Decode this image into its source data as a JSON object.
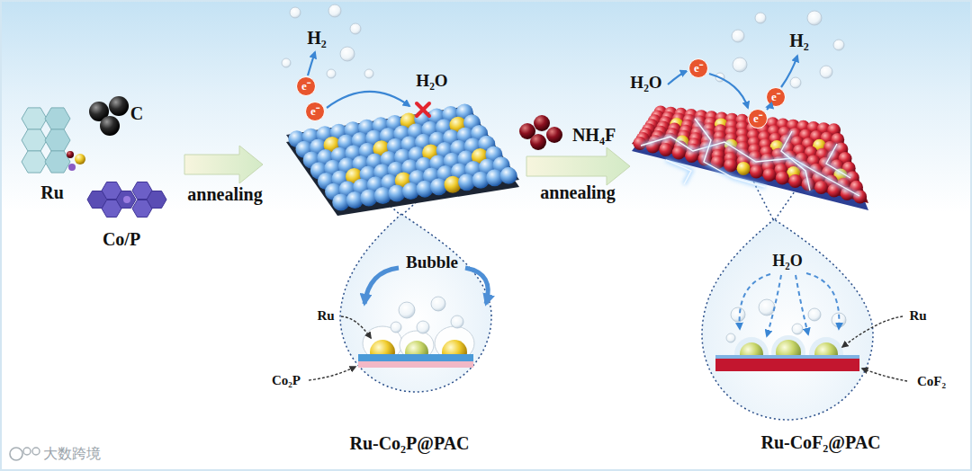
{
  "diagram": {
    "nodes": [
      {
        "text": [
          "Bubble",
          "Ru",
          "Co₂P"
        ]
      },
      {
        "text": [
          "H₂O",
          "Ru",
          "CoF₂"
        ]
      }
    ],
    "labels": [
      "Ru",
      "C",
      "Co/P",
      "annealing",
      "H₂",
      "e⁻",
      "e⁻",
      "H₂O",
      "Ru-Co₂P@PAC",
      "NH₄F",
      "annealing",
      "H₂O",
      "e⁻",
      "e⁻",
      "e⁻",
      "H₂",
      "Ru-CoF₂@PAC",
      "大数跨境"
    ]
  }
}
